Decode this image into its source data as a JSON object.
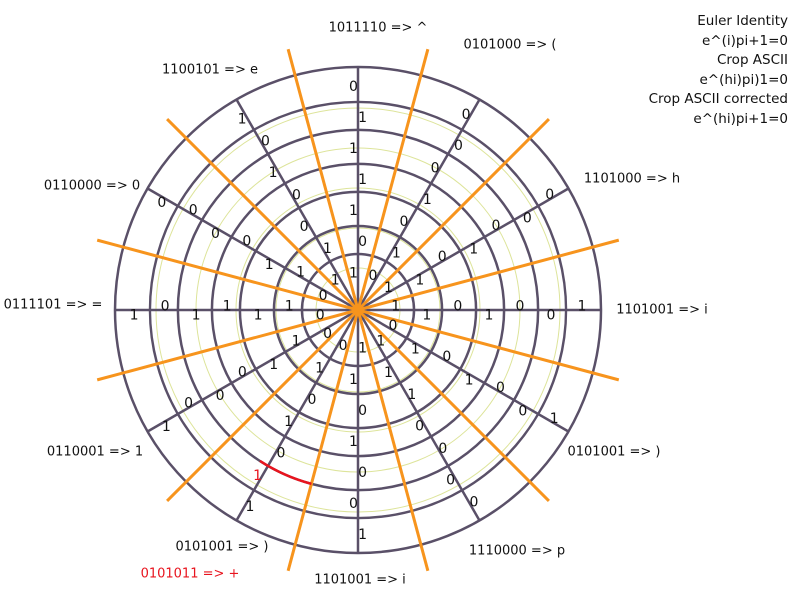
{
  "legend": {
    "lines": [
      "Euler Identity",
      "e^(i)pi+1=0",
      "Crop ASCII",
      "e^(hi)pi)1=0",
      "Crop ASCII corrected",
      "e^(hi)pi+1=0"
    ]
  },
  "sectors": [
    {
      "code": "1011110",
      "char": "^",
      "label": "1011110 => ^"
    },
    {
      "code": "0101000",
      "char": "(",
      "label": "0101000 => ("
    },
    {
      "code": "1101000",
      "char": "h",
      "label": "1101000 => h"
    },
    {
      "code": "1101001",
      "char": "i",
      "label": "1101001 => i"
    },
    {
      "code": "0101001",
      "char": ")",
      "label": "0101001 => )"
    },
    {
      "code": "1110000",
      "char": "p",
      "label": "1110000 => p"
    },
    {
      "code": "1101001",
      "char": "i",
      "label": "1101001 => i"
    },
    {
      "code": "0101001",
      "char": ")",
      "label": "0101001 => )",
      "corrected_label": "0101011 => +",
      "corrected_bit_index": 5,
      "corrected_bit": "1"
    },
    {
      "code": "0110001",
      "char": "1",
      "label": "0110001 => 1"
    },
    {
      "code": "0111101",
      "char": "=",
      "label": "0111101 => ="
    },
    {
      "code": "0110000",
      "char": "0",
      "label": "0110000 => 0"
    },
    {
      "code": "1100101",
      "char": "e",
      "label": "1100101 => e"
    }
  ],
  "colors": {
    "dark": "#5a5068",
    "orange": "#f7941d",
    "ring": "#dde49a",
    "correction": "#e8141e"
  }
}
